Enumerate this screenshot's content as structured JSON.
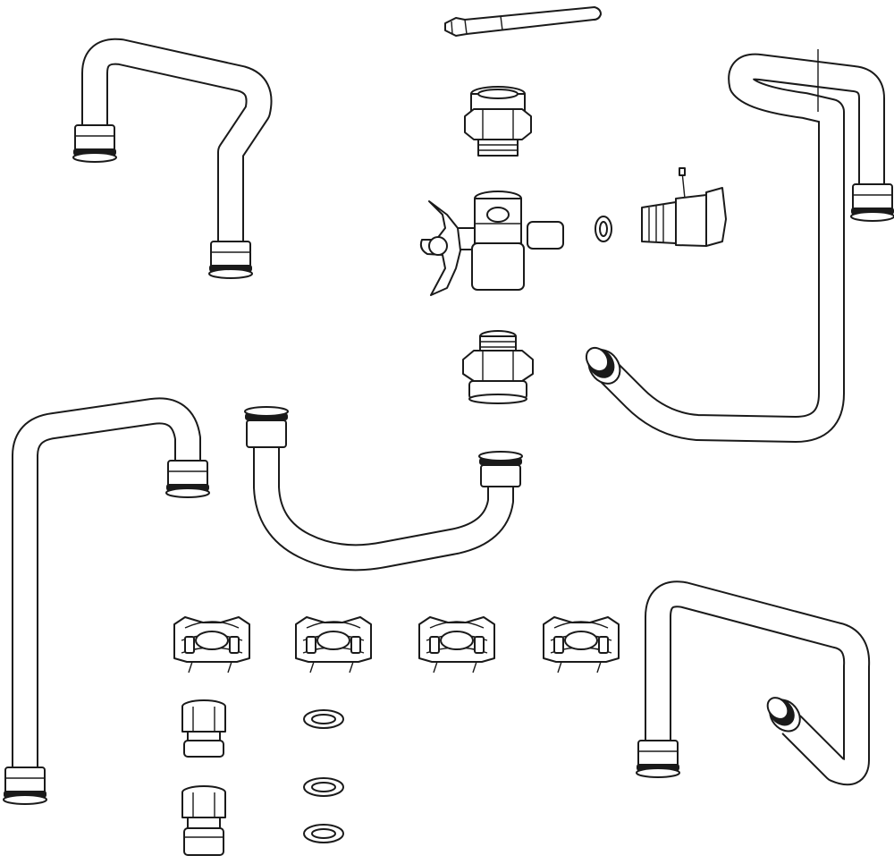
{
  "drawing": {
    "style": "exploded-view line drawing",
    "line_color": "#1a1a1a",
    "background_color": "#ffffff"
  },
  "parts": [
    {
      "name": "pipe-bend-top-left",
      "kind": "pipe"
    },
    {
      "name": "pipe-bend-top-right",
      "kind": "pipe"
    },
    {
      "name": "pipe-bend-left-long",
      "kind": "pipe"
    },
    {
      "name": "pipe-u-center",
      "kind": "pipe"
    },
    {
      "name": "pipe-bend-bottom-right",
      "kind": "pipe"
    },
    {
      "name": "screwdriver-key",
      "kind": "tool"
    },
    {
      "name": "threaded-adapter-top",
      "kind": "fitting"
    },
    {
      "name": "threaded-adapter-middle",
      "kind": "fitting"
    },
    {
      "name": "ball-valve-handle",
      "kind": "valve"
    },
    {
      "name": "o-ring-small",
      "kind": "seal"
    },
    {
      "name": "drain-cock",
      "kind": "valve"
    },
    {
      "name": "clip-1",
      "kind": "clamp"
    },
    {
      "name": "clip-2",
      "kind": "clamp"
    },
    {
      "name": "clip-3",
      "kind": "clamp"
    },
    {
      "name": "clip-4",
      "kind": "clamp"
    },
    {
      "name": "union-nut-1",
      "kind": "fitting"
    },
    {
      "name": "union-nut-2",
      "kind": "fitting"
    },
    {
      "name": "flat-washer-1",
      "kind": "seal"
    },
    {
      "name": "flat-washer-2",
      "kind": "seal"
    },
    {
      "name": "flat-washer-3",
      "kind": "seal"
    }
  ]
}
